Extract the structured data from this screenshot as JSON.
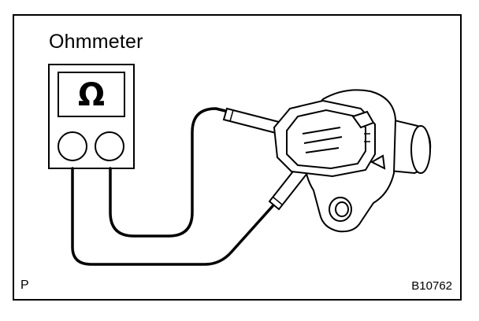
{
  "figure": {
    "title_label": "Ohmmeter",
    "corner_left": "P",
    "corner_right": "B10762"
  },
  "meter": {
    "symbol": "Ω"
  }
}
